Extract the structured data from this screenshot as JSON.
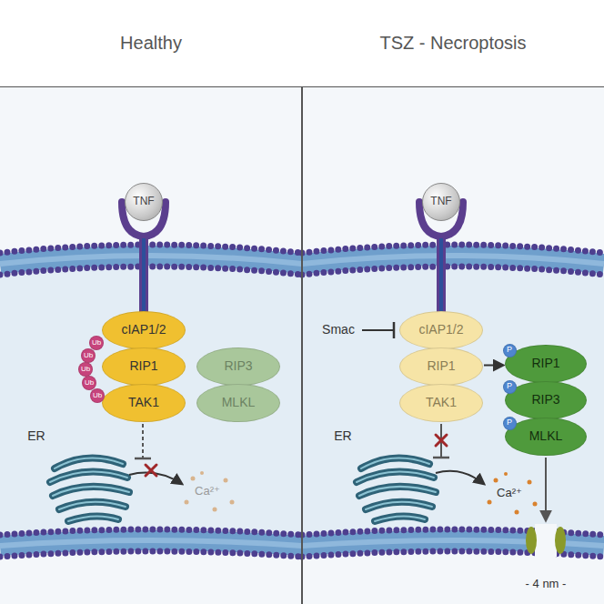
{
  "diagram": {
    "nodes": [
      {
        "text": [
          "Healthy"
        ]
      },
      {
        "text": [
          "TSZ - Necroptosis"
        ]
      },
      {
        "text": [
          "TNF"
        ]
      },
      {
        "text": [
          "cIAP1/2"
        ]
      },
      {
        "text": [
          "RIP1"
        ]
      },
      {
        "text": [
          "TAK1"
        ]
      },
      {
        "text": [
          "Ub"
        ]
      },
      {
        "text": [
          "Ub"
        ]
      },
      {
        "text": [
          "Ub"
        ]
      },
      {
        "text": [
          "Ub"
        ]
      },
      {
        "text": [
          "Ub"
        ]
      },
      {
        "text": [
          "RIP3"
        ]
      },
      {
        "text": [
          "MLKL"
        ]
      },
      {
        "text": [
          "TNF"
        ]
      },
      {
        "text": [
          "cIAP1/2"
        ]
      },
      {
        "text": [
          "RIP1"
        ]
      },
      {
        "text": [
          "TAK1"
        ]
      },
      {
        "text": [
          "RIP1"
        ]
      },
      {
        "text": [
          "RIP3"
        ]
      },
      {
        "text": [
          "MLKL"
        ]
      },
      {
        "text": [
          "P"
        ]
      },
      {
        "text": [
          "P"
        ]
      },
      {
        "text": [
          "P"
        ]
      }
    ],
    "edges": [
      {
        "from": 15,
        "to": 17,
        "arrow": "to"
      }
    ],
    "labels": [
      "ER",
      "Ca²⁺",
      "Smac",
      "ER",
      "Ca²⁺",
      "- 4 nm -"
    ]
  }
}
